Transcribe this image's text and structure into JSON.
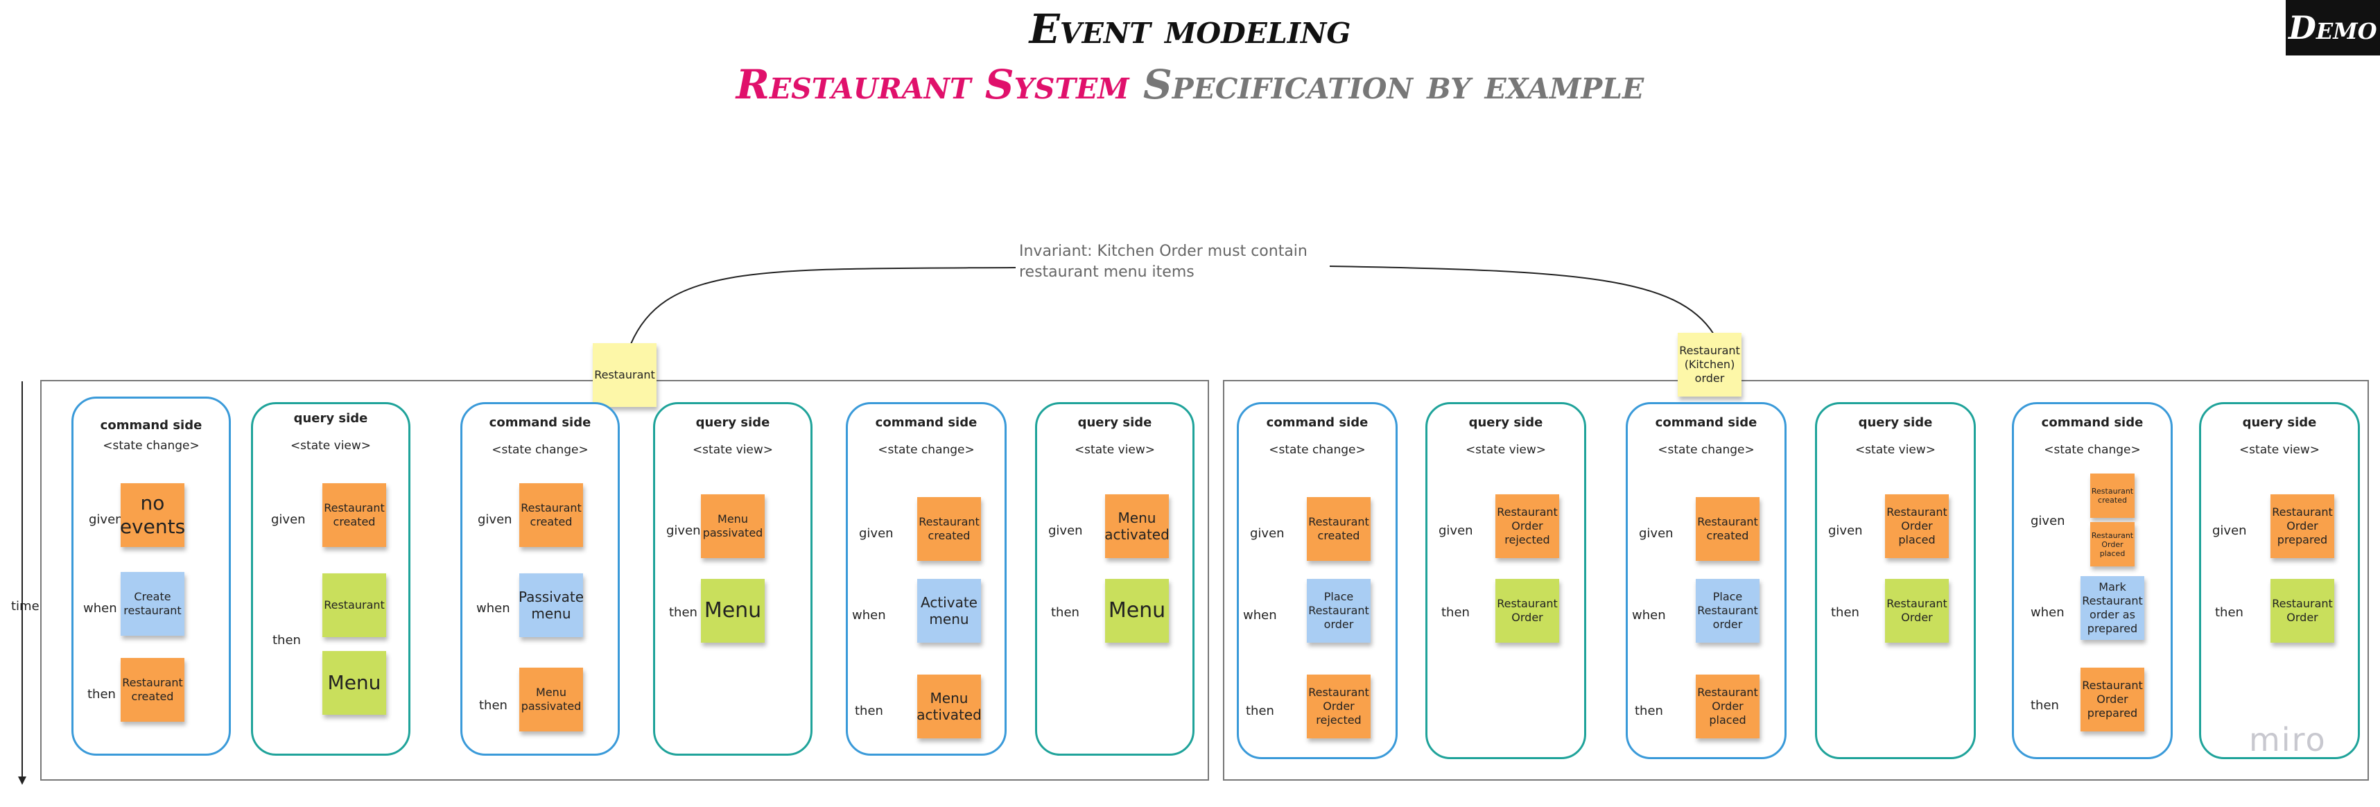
{
  "header": {
    "title": "Event modeling",
    "subtitle_highlight": "Restaurant System",
    "subtitle_rest": "Specification by example",
    "badge": "Demo"
  },
  "invariant": {
    "line1": "Invariant: Kitchen Order must contain",
    "line2": "restaurant menu items"
  },
  "aggregates": {
    "restaurant": "Restaurant",
    "kitchen_order": "Restaurant (Kitchen) order"
  },
  "timeline_label": "time",
  "labels": {
    "command_side": "command side",
    "query_side": "query side",
    "state_change": "<state change>",
    "state_view": "<state view>",
    "given": "given",
    "when": "when",
    "then": "then"
  },
  "specs": {
    "s1": {
      "given": "no events",
      "when": "Create restaurant",
      "then": "Restaurant created"
    },
    "s2": {
      "given": "Restaurant created",
      "then1": "Restaurant",
      "then2": "Menu"
    },
    "s3": {
      "given": "Restaurant created",
      "when": "Passivate menu",
      "then": "Menu passivated"
    },
    "s4": {
      "given": "Menu passivated",
      "then": "Menu"
    },
    "s5": {
      "given": "Restaurant created",
      "when": "Activate menu",
      "then": "Menu activated"
    },
    "s6": {
      "given": "Menu activated",
      "then": "Menu"
    },
    "s7": {
      "given": "Restaurant created",
      "when": "Place Restaurant order",
      "then": "Restaurant Order rejected"
    },
    "s8": {
      "given": "Restaurant Order rejected",
      "then": "Restaurant Order"
    },
    "s9": {
      "given": "Restaurant created",
      "when": "Place Restaurant order",
      "then": "Restaurant Order placed"
    },
    "s10": {
      "given": "Restaurant Order placed",
      "then": "Restaurant Order"
    },
    "s11": {
      "given1": "Restaurant created",
      "given2": "Restaurant Order placed",
      "when": "Mark Restaurant order as prepared",
      "then": "Restaurant Order prepared"
    },
    "s12": {
      "given": "Restaurant Order prepared",
      "then": "Restaurant Order"
    }
  },
  "watermark": "miro",
  "colors": {
    "event": "#f9a14b",
    "command": "#a9cdf3",
    "view": "#c9df5c",
    "aggregate": "#fdf7a8",
    "command_card_border": "#3a9ad9",
    "query_card_border": "#1fa39a",
    "title_accent": "#e0106b"
  }
}
